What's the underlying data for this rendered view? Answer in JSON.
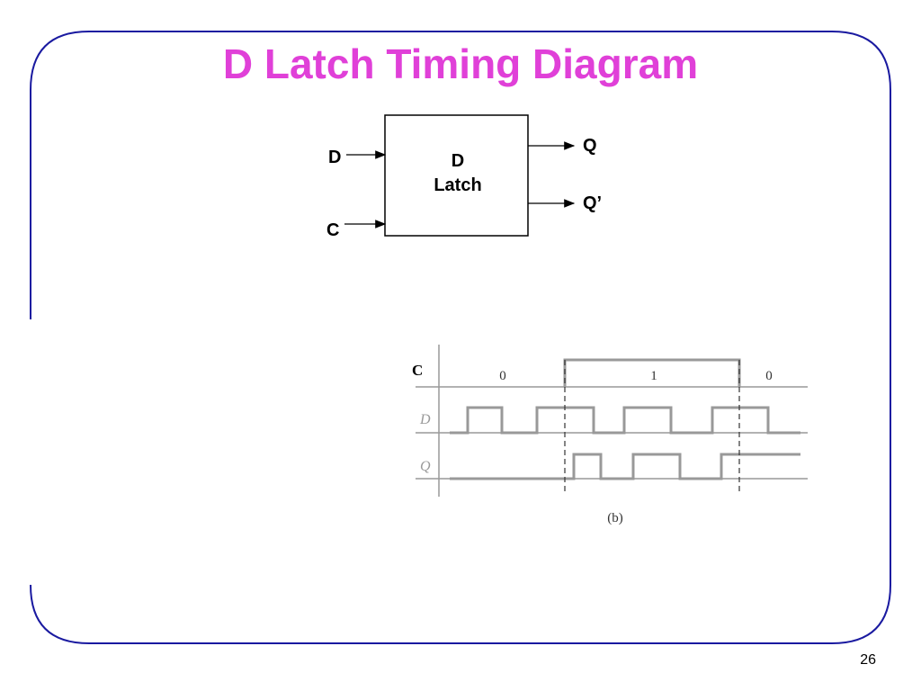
{
  "slide": {
    "title": "D Latch Timing Diagram",
    "page_number": "26",
    "title_color": "#e040d8",
    "frame_color": "#1a1aa0"
  },
  "latch": {
    "box_label_line1": "D",
    "box_label_line2": "Latch",
    "input_d": "D",
    "input_c": "C",
    "output_q": "Q",
    "output_qbar": "Q’"
  },
  "timing": {
    "signals": [
      {
        "name": "C",
        "italic": false
      },
      {
        "name": "D",
        "italic": true
      },
      {
        "name": "Q",
        "italic": true
      }
    ],
    "c_phases": [
      "0",
      "1",
      "0"
    ],
    "caption": "(b)",
    "waveform_color": "#999999"
  }
}
